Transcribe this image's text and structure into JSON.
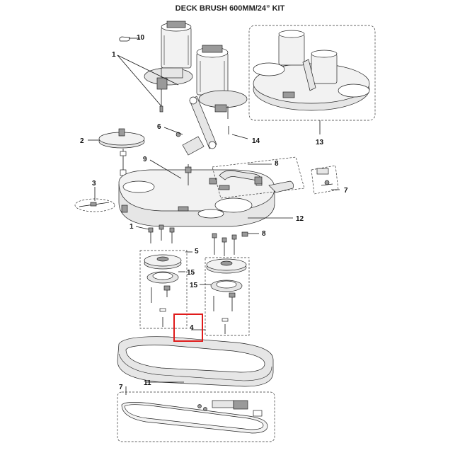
{
  "title": "DECK BRUSH 600MM/24” KIT",
  "callouts": {
    "c1_top": "1",
    "c10": "10",
    "c13": "13",
    "c2": "2",
    "c6": "6",
    "c14": "14",
    "c9": "9",
    "c8_top": "8",
    "c7_right": "7",
    "c3": "3",
    "c12": "12",
    "c1_mid": "1",
    "c8_mid": "8",
    "c5": "5",
    "c15_left": "15",
    "c15_right": "15",
    "c4": "4",
    "c11": "11",
    "c7_bottom": "7"
  }
}
